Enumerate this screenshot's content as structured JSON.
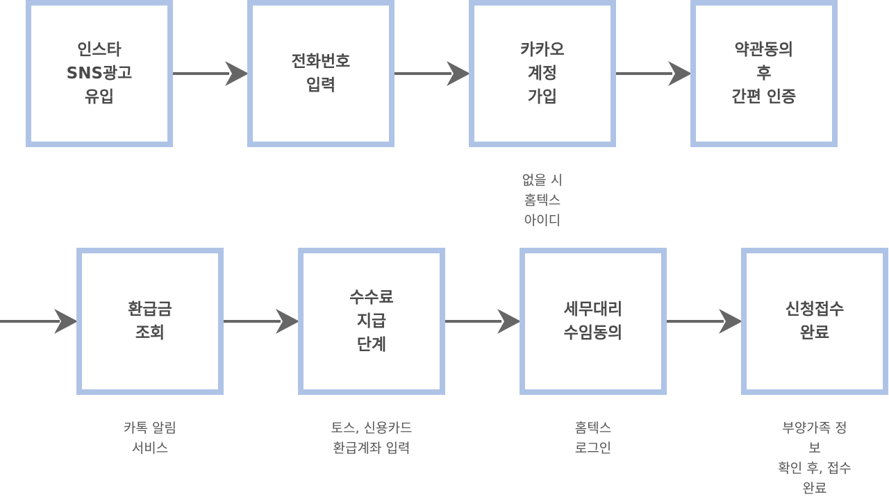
{
  "flow_row1": [
    {
      "label": "인스타\nSNS광고\n유입"
    },
    {
      "label": "전화번호\n입력"
    },
    {
      "label": "카카오\n계정\n가입"
    },
    {
      "label": "약관동의\n후\n간편 인증"
    }
  ],
  "flow_row2": [
    {
      "label": "환급금\n조회"
    },
    {
      "label": "수수료\n지급\n단계"
    },
    {
      "label": "세무대리\n수임동의"
    },
    {
      "label": "신청접수\n완료"
    }
  ],
  "notes": {
    "kakao_note": "없을 시\n홈텍스\n아이디",
    "refund_note": "카톡 알림\n서비스",
    "fee_note": "토스, 신용카드\n환급계좌 입력",
    "tax_note": "홈텍스\n로그인",
    "complete_note": "부양가족 정보\n확인 후, 접수\n완료"
  },
  "colors": {
    "box_border": "#aec3e6",
    "arrow": "#666666",
    "box_text": "#4a4a4a",
    "note_text": "#555555"
  }
}
